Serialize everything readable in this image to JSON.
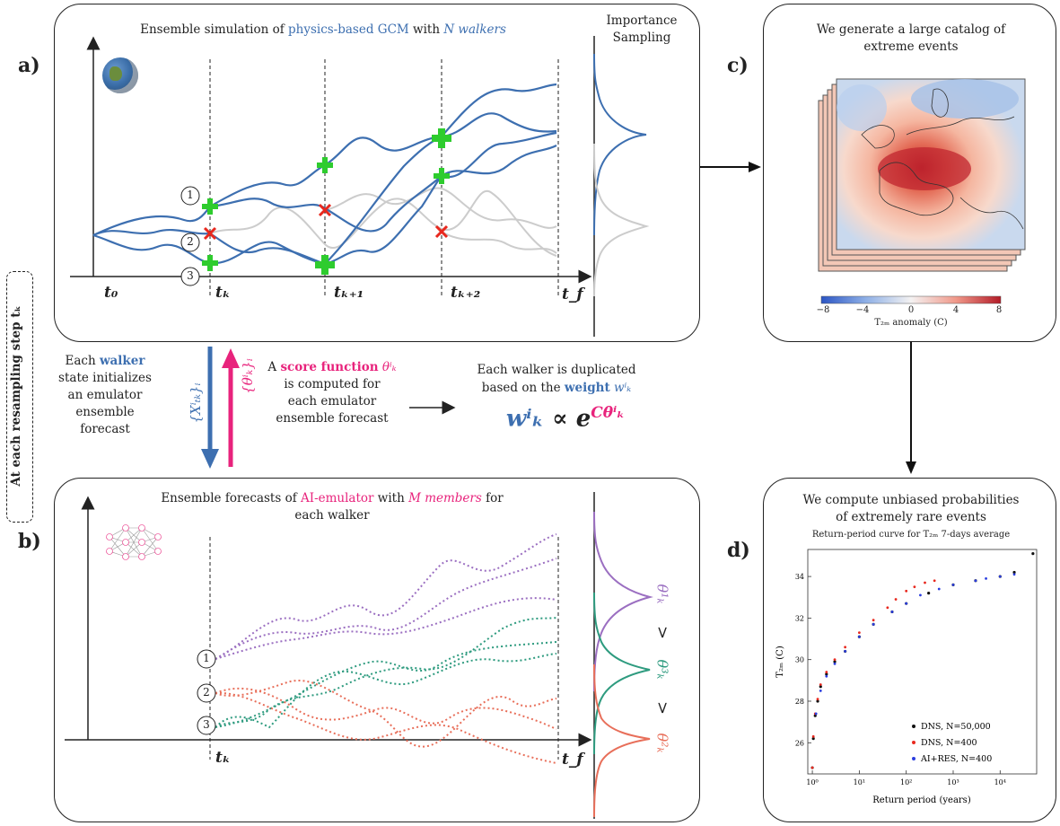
{
  "panel_a": {
    "label": "a)",
    "title_1": "Ensemble simulation of ",
    "title_gcm": "physics-based GCM",
    "title_2": " with ",
    "title_walkers": "N walkers",
    "importance_1": "Importance",
    "importance_2": "Sampling",
    "t0": "t₀",
    "tk": "tₖ",
    "tk1": "tₖ₊₁",
    "tk2": "tₖ₊₂",
    "tf": "t_f",
    "walker_ids": [
      "1",
      "2",
      "3"
    ]
  },
  "panel_b": {
    "label": "b)",
    "title_1": "Ensemble forecasts of ",
    "title_ai": "AI-emulator",
    "title_2": " with ",
    "title_members": "M members",
    "title_3": " for",
    "title_4": "each walker",
    "tk": "tₖ",
    "tf": "t_f",
    "walker_ids": [
      "1",
      "2",
      "3"
    ],
    "theta_1": "θ¹ₖ",
    "theta_3": "θ³ₖ",
    "theta_2": "θ²ₖ",
    "gt": ">"
  },
  "middle": {
    "side_label": "At each resampling step tₖ",
    "left_text": [
      "Each ",
      "walker",
      "state initializes",
      "an emulator",
      "ensemble",
      "forecast"
    ],
    "state_label": "{Xⁱₜₖ}ᵢ",
    "theta_label": "{θⁱₖ}ᵢ",
    "score_1": "A ",
    "score_2": "score function",
    "score_3": " θⁱₖ",
    "score_lines": [
      "is computed for",
      "each emulator",
      "ensemble forecast"
    ],
    "dup_1": "Each walker is duplicated",
    "dup_2": "based on the ",
    "dup_weight": "weight",
    "dup_w": " wⁱₖ",
    "formula_w": "wⁱₖ",
    "formula_prop": " ∝ e",
    "formula_exp": "Cθⁱₖ"
  },
  "panel_c": {
    "label": "c)",
    "title": [
      "We generate a large catalog of",
      "extreme events"
    ],
    "colorbar_ticks": [
      "−8",
      "−4",
      "0",
      "4",
      "8"
    ],
    "colorbar_label": "T₂ₘ anomaly (C)"
  },
  "panel_d": {
    "label": "d)",
    "title": [
      "We compute unbiased probabilities",
      "of extremely rare events"
    ],
    "chart_data": {
      "type": "scatter",
      "title": "Return-period curve for T₂ₘ 7-days average",
      "xlabel": "Return period (years)",
      "ylabel": "T₂ₘ (C)",
      "xscale": "log",
      "xlim": [
        0.8,
        60000
      ],
      "ylim": [
        24.5,
        35.3
      ],
      "xticks": [
        "10⁰",
        "10¹",
        "10²",
        "10³",
        "10⁴"
      ],
      "yticks": [
        "26",
        "28",
        "30",
        "32",
        "34"
      ],
      "legend_position": "lower-right",
      "series": [
        {
          "name": "DNS, N=50,000",
          "color": "#111111",
          "x": [
            1,
            1.05,
            1.15,
            1.3,
            1.5,
            2,
            3,
            5,
            10,
            20,
            50,
            100,
            300,
            1000,
            3000,
            10000,
            20000,
            50000
          ],
          "y": [
            24.8,
            26.2,
            27.3,
            28.0,
            28.7,
            29.3,
            29.9,
            30.4,
            31.1,
            31.7,
            32.3,
            32.7,
            33.2,
            33.6,
            33.8,
            34.0,
            34.2,
            35.1
          ]
        },
        {
          "name": "DNS, N=400",
          "color": "#e8281e",
          "x": [
            1,
            1.05,
            1.15,
            1.3,
            1.5,
            2,
            3,
            5,
            10,
            20,
            40,
            60,
            100,
            150,
            250,
            400
          ],
          "y": [
            24.8,
            26.3,
            27.4,
            28.1,
            28.8,
            29.4,
            30.0,
            30.6,
            31.3,
            31.9,
            32.5,
            32.9,
            33.3,
            33.5,
            33.7,
            33.8
          ]
        },
        {
          "name": "AI+RES, N=400",
          "color": "#2a3ddf",
          "x": [
            1.2,
            1.5,
            2,
            3,
            5,
            10,
            20,
            50,
            100,
            200,
            500,
            1000,
            3000,
            5000,
            10000,
            20000
          ],
          "y": [
            27.4,
            28.5,
            29.2,
            29.8,
            30.4,
            31.1,
            31.7,
            32.3,
            32.7,
            33.1,
            33.4,
            33.6,
            33.8,
            33.9,
            34.0,
            34.1
          ]
        }
      ]
    }
  }
}
